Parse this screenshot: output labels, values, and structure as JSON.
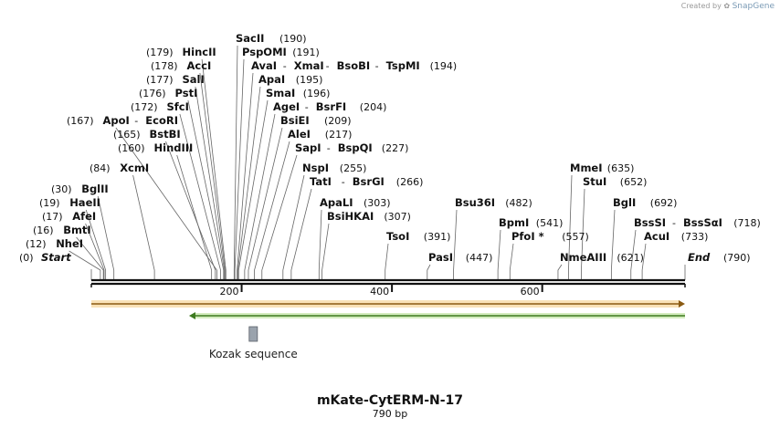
{
  "credit": {
    "prefix": "Created by",
    "brand": "SnapGene"
  },
  "map": {
    "title": "mKate-CytERM-N-17",
    "length_label": "790 bp",
    "length_bp": 790,
    "ticks": [
      200,
      400,
      600
    ],
    "start_label": "Start",
    "start_pos": "(0)",
    "end_label": "End",
    "end_pos": "(790)"
  },
  "sites": [
    {
      "names": [
        "NheI"
      ],
      "pos": 12,
      "pos_label": "(12)",
      "side": "left"
    },
    {
      "names": [
        "BmtI"
      ],
      "pos": 16,
      "pos_label": "(16)",
      "side": "left"
    },
    {
      "names": [
        "AfeI"
      ],
      "pos": 17,
      "pos_label": "(17)",
      "side": "left"
    },
    {
      "names": [
        "HaeII"
      ],
      "pos": 19,
      "pos_label": "(19)",
      "side": "left"
    },
    {
      "names": [
        "BglII"
      ],
      "pos": 30,
      "pos_label": "(30)",
      "side": "left"
    },
    {
      "names": [
        "XcmI"
      ],
      "pos": 84,
      "pos_label": "(84)",
      "side": "left"
    },
    {
      "names": [
        "HindIII"
      ],
      "pos": 160,
      "pos_label": "(160)",
      "side": "left"
    },
    {
      "names": [
        "BstBI"
      ],
      "pos": 165,
      "pos_label": "(165)",
      "side": "left"
    },
    {
      "names": [
        "ApoI",
        "EcoRI"
      ],
      "pos": 167,
      "pos_label": "(167)",
      "side": "left"
    },
    {
      "names": [
        "SfcI"
      ],
      "pos": 172,
      "pos_label": "(172)",
      "side": "left"
    },
    {
      "names": [
        "PstI"
      ],
      "pos": 176,
      "pos_label": "(176)",
      "side": "left"
    },
    {
      "names": [
        "SalI"
      ],
      "pos": 177,
      "pos_label": "(177)",
      "side": "left"
    },
    {
      "names": [
        "AccI"
      ],
      "pos": 178,
      "pos_label": "(178)",
      "side": "left"
    },
    {
      "names": [
        "HincII"
      ],
      "pos": 179,
      "pos_label": "(179)",
      "side": "left"
    },
    {
      "names": [
        "SacII"
      ],
      "pos": 190,
      "pos_label": "(190)",
      "side": "right"
    },
    {
      "names": [
        "PspOMI"
      ],
      "pos": 191,
      "pos_label": "(191)",
      "side": "right"
    },
    {
      "names": [
        "AvaI",
        "XmaI",
        "BsoBI",
        "TspMI"
      ],
      "pos": 194,
      "pos_label": "(194)",
      "side": "right"
    },
    {
      "names": [
        "ApaI"
      ],
      "pos": 195,
      "pos_label": "(195)",
      "side": "right"
    },
    {
      "names": [
        "SmaI"
      ],
      "pos": 196,
      "pos_label": "(196)",
      "side": "right"
    },
    {
      "names": [
        "AgeI",
        "BsrFI"
      ],
      "pos": 204,
      "pos_label": "(204)",
      "side": "right"
    },
    {
      "names": [
        "BsiEI"
      ],
      "pos": 209,
      "pos_label": "(209)",
      "side": "right"
    },
    {
      "names": [
        "AleI"
      ],
      "pos": 217,
      "pos_label": "(217)",
      "side": "right"
    },
    {
      "names": [
        "SapI",
        "BspQI"
      ],
      "pos": 227,
      "pos_label": "(227)",
      "side": "right"
    },
    {
      "names": [
        "NspI"
      ],
      "pos": 255,
      "pos_label": "(255)",
      "side": "right"
    },
    {
      "names": [
        "TatI",
        "BsrGI"
      ],
      "pos": 266,
      "pos_label": "(266)",
      "side": "right"
    },
    {
      "names": [
        "ApaLI"
      ],
      "pos": 303,
      "pos_label": "(303)",
      "side": "right"
    },
    {
      "names": [
        "BsiHKAI"
      ],
      "pos": 307,
      "pos_label": "(307)",
      "side": "right"
    },
    {
      "names": [
        "TsoI"
      ],
      "pos": 391,
      "pos_label": "(391)",
      "side": "right"
    },
    {
      "names": [
        "PasI"
      ],
      "pos": 447,
      "pos_label": "(447)",
      "side": "right"
    },
    {
      "names": [
        "Bsu36I"
      ],
      "pos": 482,
      "pos_label": "(482)",
      "side": "right"
    },
    {
      "names": [
        "BpmI"
      ],
      "pos": 541,
      "pos_label": "(541)",
      "side": "right"
    },
    {
      "names": [
        "PfoI *"
      ],
      "pos": 557,
      "pos_label": "(557)",
      "side": "right"
    },
    {
      "names": [
        "NmeAIII"
      ],
      "pos": 621,
      "pos_label": "(621)",
      "side": "right"
    },
    {
      "names": [
        "MmeI"
      ],
      "pos": 635,
      "pos_label": "(635)",
      "side": "right"
    },
    {
      "names": [
        "StuI"
      ],
      "pos": 652,
      "pos_label": "(652)",
      "side": "right"
    },
    {
      "names": [
        "BglI"
      ],
      "pos": 692,
      "pos_label": "(692)",
      "side": "right"
    },
    {
      "names": [
        "BssSI",
        "BssSαI"
      ],
      "pos": 718,
      "pos_label": "(718)",
      "side": "right"
    },
    {
      "names": [
        "AcuI"
      ],
      "pos": 733,
      "pos_label": "(733)",
      "side": "right"
    }
  ],
  "features": [
    {
      "name": "",
      "direction": "forward",
      "start": 0,
      "end": 790,
      "color": "#f0a33c"
    },
    {
      "name": "",
      "direction": "reverse",
      "start": 130,
      "end": 790,
      "color": "#7ac143"
    },
    {
      "name": "Kozak sequence",
      "direction": "none",
      "start": 210,
      "end": 221,
      "color": "#9aa3ad"
    }
  ]
}
